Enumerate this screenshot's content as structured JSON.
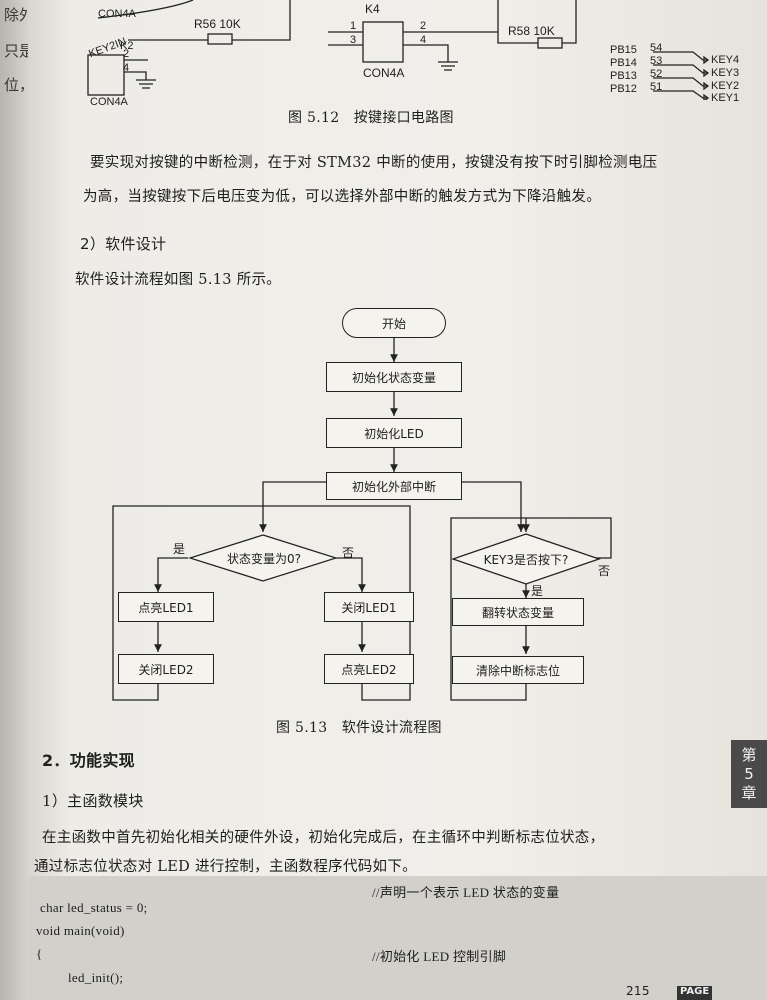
{
  "left_page": {
    "lines": [
      "除外部",
      "只是在",
      "位，而"
    ]
  },
  "circuit": {
    "k2_label": "K2",
    "k4_label": "K4",
    "con_label": "CON4A",
    "con_label_top": "CON4A",
    "key2in_label": "KEY2IN",
    "r56_label": "R56 10K",
    "r58_label": "R58 10K",
    "pin1": "1",
    "pin2": "2",
    "pin3": "3",
    "pin4": "4",
    "pins": [
      {
        "port": "PB15",
        "num": "54",
        "key": ""
      },
      {
        "port": "PB14",
        "num": "53",
        "key": "KEY4"
      },
      {
        "port": "PB13",
        "num": "52",
        "key": "KEY3"
      },
      {
        "port": "PB12",
        "num": "51",
        "key": "KEY2"
      },
      {
        "port": "",
        "num": "",
        "key": "KEY1"
      }
    ]
  },
  "fig512_caption": "图 5.12　按键接口电路图",
  "para1_line1": "要实现对按键的中断检测，在于对 STM32 中断的使用，按键没有按下时引脚检测电压",
  "para1_line2": "为高，当按键按下后电压变为低，可以选择外部中断的触发方式为下降沿触发。",
  "section_software": "2）软件设计",
  "para2": "软件设计流程如图 5.13 所示。",
  "flowchart": {
    "start": "开始",
    "init_state": "初始化状态变量",
    "init_led": "初始化LED",
    "init_exti": "初始化外部中断",
    "decision_state": "状态变量为0?",
    "yes": "是",
    "no": "否",
    "led1_on": "点亮LED1",
    "led2_off": "关闭LED2",
    "led1_off": "关闭LED1",
    "led2_on": "点亮LED2",
    "decision_key3": "KEY3是否按下?",
    "yes2": "是",
    "no2": "否",
    "toggle_state": "翻转状态变量",
    "clear_flag": "清除中断标志位"
  },
  "fig513_caption": "图 5.13　软件设计流程图",
  "section_func": "2．功能实现",
  "subsection_main": "1）主函数模块",
  "para3_line1": "在主函数中首先初始化相关的硬件外设，初始化完成后，在主循环中判断标志位状态，",
  "para3_line2": "通过标志位状态对 LED 进行控制，主函数程序代码如下。",
  "code": {
    "line1": "char led_status = 0;",
    "comment1": "//声明一个表示 LED 状态的变量",
    "line2": "void main(void)",
    "line3": "{",
    "comment2": "//初始化 LED 控制引脚",
    "line4": "led_init();"
  },
  "chapter_tab": {
    "line1": "第",
    "line2": "5",
    "line3": "章"
  },
  "page_number": "215",
  "page_badge": "PAGE"
}
